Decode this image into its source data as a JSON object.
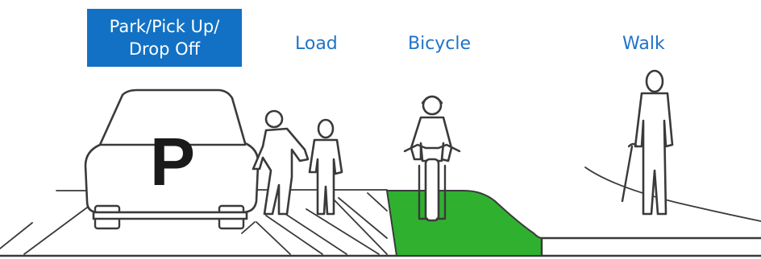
{
  "zones": {
    "park": {
      "label_line1": "Park/Pick Up/",
      "label_line2": "Drop Off",
      "sign_letter": "P",
      "highlight_color": "#1271c4"
    },
    "load": {
      "label": "Load"
    },
    "bicycle": {
      "label": "Bicycle",
      "lane_color": "#2fb12f"
    },
    "walk": {
      "label": "Walk"
    }
  },
  "colors": {
    "label_text": "#1f73c8",
    "linework": "#3a3a3a"
  }
}
